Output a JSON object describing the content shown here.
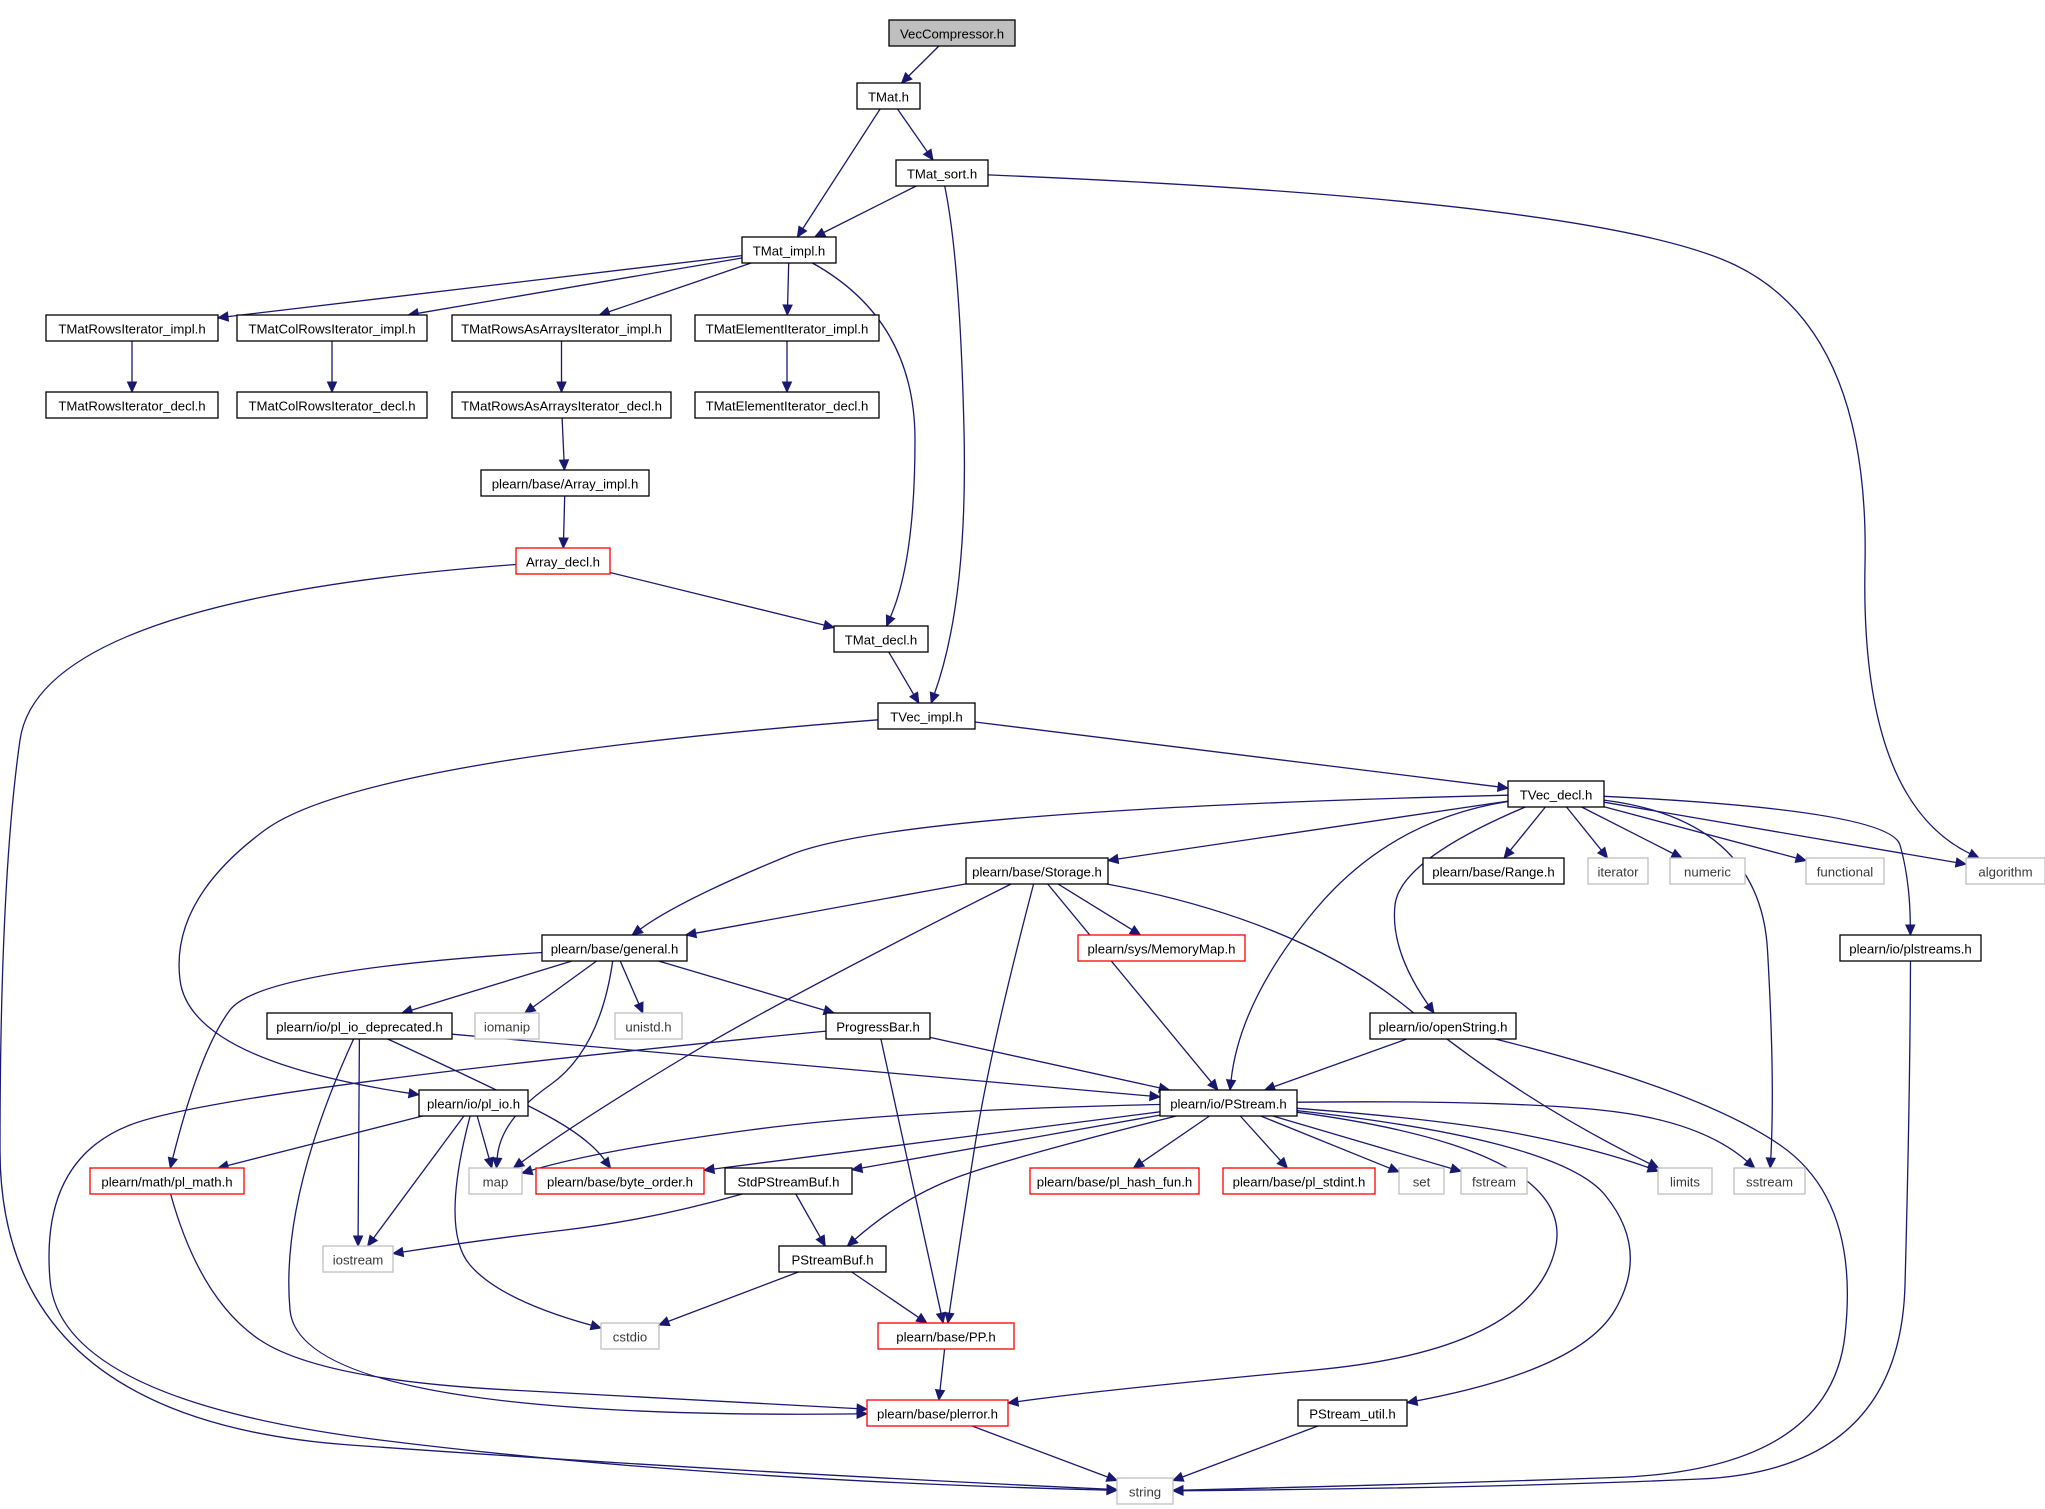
{
  "diagram": {
    "type": "include-dependency-graph",
    "root": "VecCompressor.h",
    "colors": {
      "edge": "#191970",
      "root_fill": "#bfbfbf",
      "normal_border": "#000000",
      "truncated_border": "#ff0000",
      "system_border": "#bfbfbf"
    },
    "nodes": [
      {
        "id": "VecCompressor",
        "label": "VecCompressor.h",
        "kind": "root"
      },
      {
        "id": "TMat",
        "label": "TMat.h",
        "kind": "normal"
      },
      {
        "id": "TMat_sort",
        "label": "TMat_sort.h",
        "kind": "normal"
      },
      {
        "id": "TMat_impl",
        "label": "TMat_impl.h",
        "kind": "normal"
      },
      {
        "id": "TMatRowsIterator_impl",
        "label": "TMatRowsIterator_impl.h",
        "kind": "normal"
      },
      {
        "id": "TMatColRowsIterator_impl",
        "label": "TMatColRowsIterator_impl.h",
        "kind": "normal"
      },
      {
        "id": "TMatRowsAsArraysIterator_impl",
        "label": "TMatRowsAsArraysIterator_impl.h",
        "kind": "normal"
      },
      {
        "id": "TMatElementIterator_impl",
        "label": "TMatElementIterator_impl.h",
        "kind": "normal"
      },
      {
        "id": "TMatRowsIterator_decl",
        "label": "TMatRowsIterator_decl.h",
        "kind": "normal"
      },
      {
        "id": "TMatColRowsIterator_decl",
        "label": "TMatColRowsIterator_decl.h",
        "kind": "normal"
      },
      {
        "id": "TMatRowsAsArraysIterator_decl",
        "label": "TMatRowsAsArraysIterator_decl.h",
        "kind": "normal"
      },
      {
        "id": "TMatElementIterator_decl",
        "label": "TMatElementIterator_decl.h",
        "kind": "normal"
      },
      {
        "id": "Array_impl",
        "label": "plearn/base/Array_impl.h",
        "kind": "normal"
      },
      {
        "id": "Array_decl",
        "label": "Array_decl.h",
        "kind": "red"
      },
      {
        "id": "TMat_decl",
        "label": "TMat_decl.h",
        "kind": "normal"
      },
      {
        "id": "TVec_impl",
        "label": "TVec_impl.h",
        "kind": "normal"
      },
      {
        "id": "TVec_decl",
        "label": "TVec_decl.h",
        "kind": "normal"
      },
      {
        "id": "Storage",
        "label": "plearn/base/Storage.h",
        "kind": "normal"
      },
      {
        "id": "Range",
        "label": "plearn/base/Range.h",
        "kind": "normal"
      },
      {
        "id": "iterator",
        "label": "iterator",
        "kind": "system"
      },
      {
        "id": "numeric",
        "label": "numeric",
        "kind": "system"
      },
      {
        "id": "functional",
        "label": "functional",
        "kind": "system"
      },
      {
        "id": "algorithm",
        "label": "algorithm",
        "kind": "system"
      },
      {
        "id": "plstreams",
        "label": "plearn/io/plstreams.h",
        "kind": "normal"
      },
      {
        "id": "MemoryMap",
        "label": "plearn/sys/MemoryMap.h",
        "kind": "red"
      },
      {
        "id": "general",
        "label": "plearn/base/general.h",
        "kind": "normal"
      },
      {
        "id": "iomanip",
        "label": "iomanip",
        "kind": "system"
      },
      {
        "id": "unistd",
        "label": "unistd.h",
        "kind": "system"
      },
      {
        "id": "pl_io_deprecated",
        "label": "plearn/io/pl_io_deprecated.h",
        "kind": "normal"
      },
      {
        "id": "ProgressBar",
        "label": "ProgressBar.h",
        "kind": "normal"
      },
      {
        "id": "openString",
        "label": "plearn/io/openString.h",
        "kind": "normal"
      },
      {
        "id": "PStream",
        "label": "plearn/io/PStream.h",
        "kind": "normal"
      },
      {
        "id": "pl_io",
        "label": "plearn/io/pl_io.h",
        "kind": "normal"
      },
      {
        "id": "pl_math",
        "label": "plearn/math/pl_math.h",
        "kind": "red"
      },
      {
        "id": "map",
        "label": "map",
        "kind": "system"
      },
      {
        "id": "byte_order",
        "label": "plearn/base/byte_order.h",
        "kind": "red"
      },
      {
        "id": "StdPStreamBuf",
        "label": "StdPStreamBuf.h",
        "kind": "normal"
      },
      {
        "id": "pl_hash_fun",
        "label": "plearn/base/pl_hash_fun.h",
        "kind": "red"
      },
      {
        "id": "pl_stdint",
        "label": "plearn/base/pl_stdint.h",
        "kind": "red"
      },
      {
        "id": "set",
        "label": "set",
        "kind": "system"
      },
      {
        "id": "fstream",
        "label": "fstream",
        "kind": "system"
      },
      {
        "id": "limits",
        "label": "limits",
        "kind": "system"
      },
      {
        "id": "sstream",
        "label": "sstream",
        "kind": "system"
      },
      {
        "id": "iostream",
        "label": "iostream",
        "kind": "system"
      },
      {
        "id": "PStreamBuf",
        "label": "PStreamBuf.h",
        "kind": "normal"
      },
      {
        "id": "cstdio",
        "label": "cstdio",
        "kind": "system"
      },
      {
        "id": "PP",
        "label": "plearn/base/PP.h",
        "kind": "red"
      },
      {
        "id": "plerror",
        "label": "plearn/base/plerror.h",
        "kind": "red"
      },
      {
        "id": "PStream_util",
        "label": "PStream_util.h",
        "kind": "normal"
      },
      {
        "id": "string",
        "label": "string",
        "kind": "system"
      }
    ],
    "edges": [
      [
        "VecCompressor",
        "TMat"
      ],
      [
        "TMat",
        "TMat_impl"
      ],
      [
        "TMat",
        "TMat_sort"
      ],
      [
        "TMat_sort",
        "TMat_impl"
      ],
      [
        "TMat_sort",
        "TVec_impl"
      ],
      [
        "TMat_sort",
        "algorithm"
      ],
      [
        "TMat_impl",
        "TMatRowsIterator_impl"
      ],
      [
        "TMat_impl",
        "TMatColRowsIterator_impl"
      ],
      [
        "TMat_impl",
        "TMatRowsAsArraysIterator_impl"
      ],
      [
        "TMat_impl",
        "TMatElementIterator_impl"
      ],
      [
        "TMat_impl",
        "TMat_decl"
      ],
      [
        "TMatRowsIterator_impl",
        "TMatRowsIterator_decl"
      ],
      [
        "TMatColRowsIterator_impl",
        "TMatColRowsIterator_decl"
      ],
      [
        "TMatRowsAsArraysIterator_impl",
        "TMatRowsAsArraysIterator_decl"
      ],
      [
        "TMatElementIterator_impl",
        "TMatElementIterator_decl"
      ],
      [
        "TMatRowsAsArraysIterator_decl",
        "Array_impl"
      ],
      [
        "Array_impl",
        "Array_decl"
      ],
      [
        "Array_decl",
        "TMat_decl"
      ],
      [
        "Array_decl",
        "string"
      ],
      [
        "TMat_decl",
        "TVec_impl"
      ],
      [
        "TVec_impl",
        "TVec_decl"
      ],
      [
        "TVec_impl",
        "pl_io"
      ],
      [
        "TVec_decl",
        "Storage"
      ],
      [
        "TVec_decl",
        "Range"
      ],
      [
        "TVec_decl",
        "iterator"
      ],
      [
        "TVec_decl",
        "numeric"
      ],
      [
        "TVec_decl",
        "functional"
      ],
      [
        "TVec_decl",
        "algorithm"
      ],
      [
        "TVec_decl",
        "plstreams"
      ],
      [
        "TVec_decl",
        "general"
      ],
      [
        "TVec_decl",
        "openString"
      ],
      [
        "TVec_decl",
        "PStream"
      ],
      [
        "TVec_decl",
        "sstream"
      ],
      [
        "Storage",
        "general"
      ],
      [
        "Storage",
        "MemoryMap"
      ],
      [
        "Storage",
        "map"
      ],
      [
        "Storage",
        "PStream"
      ],
      [
        "Storage",
        "PP"
      ],
      [
        "Storage",
        "limits"
      ],
      [
        "general",
        "pl_io_deprecated"
      ],
      [
        "general",
        "iomanip"
      ],
      [
        "general",
        "unistd"
      ],
      [
        "general",
        "ProgressBar"
      ],
      [
        "general",
        "map"
      ],
      [
        "general",
        "pl_math"
      ],
      [
        "pl_io_deprecated",
        "iostream"
      ],
      [
        "pl_io_deprecated",
        "byte_order"
      ],
      [
        "pl_io_deprecated",
        "plerror"
      ],
      [
        "pl_io_deprecated",
        "PStream"
      ],
      [
        "ProgressBar",
        "PStream"
      ],
      [
        "ProgressBar",
        "PP"
      ],
      [
        "ProgressBar",
        "string"
      ],
      [
        "openString",
        "PStream"
      ],
      [
        "openString",
        "string"
      ],
      [
        "plstreams",
        "string"
      ],
      [
        "pl_io",
        "map"
      ],
      [
        "pl_io",
        "iostream"
      ],
      [
        "pl_io",
        "pl_math"
      ],
      [
        "pl_io",
        "cstdio"
      ],
      [
        "PStream",
        "map"
      ],
      [
        "PStream",
        "byte_order"
      ],
      [
        "PStream",
        "StdPStreamBuf"
      ],
      [
        "PStream",
        "pl_hash_fun"
      ],
      [
        "PStream",
        "pl_stdint"
      ],
      [
        "PStream",
        "set"
      ],
      [
        "PStream",
        "fstream"
      ],
      [
        "PStream",
        "limits"
      ],
      [
        "PStream",
        "sstream"
      ],
      [
        "PStream",
        "PStreamBuf"
      ],
      [
        "PStream",
        "plerror"
      ],
      [
        "PStream",
        "PStream_util"
      ],
      [
        "StdPStreamBuf",
        "PStreamBuf"
      ],
      [
        "StdPStreamBuf",
        "iostream"
      ],
      [
        "PStreamBuf",
        "cstdio"
      ],
      [
        "PStreamBuf",
        "PP"
      ],
      [
        "PP",
        "plerror"
      ],
      [
        "pl_math",
        "plerror"
      ],
      [
        "plerror",
        "string"
      ],
      [
        "PStream_util",
        "string"
      ]
    ]
  }
}
